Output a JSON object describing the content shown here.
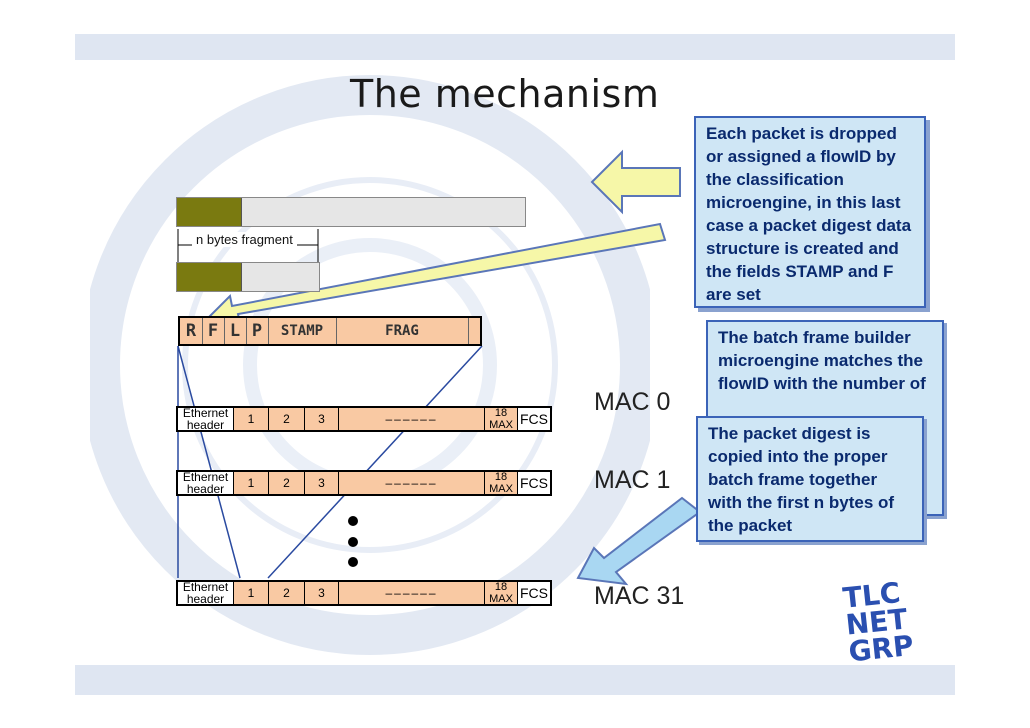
{
  "title": "The mechanism",
  "callouts": {
    "classification": "Each packet is dropped or assigned a flowID by the classification microengine, in this last case a packet digest data structure is created and the fields STAMP and F are set",
    "batch_builder": "The batch frame builder microengine matches the flowID with the number of",
    "digest_copy": "The packet digest is copied into the proper batch frame together with the first n bytes of the packet"
  },
  "fragment_label": "n bytes fragment",
  "digest_fields": [
    "R",
    "F",
    "L",
    "P",
    "STAMP",
    "FRAG"
  ],
  "frame_fields": {
    "eth": "Ethernet header",
    "c1": "1",
    "c2": "2",
    "c3": "3",
    "dashes": "––––––",
    "max_top": "18",
    "max_bottom": "MAX",
    "fcs": "FCS"
  },
  "macs": [
    "MAC 0",
    "MAC 1",
    "MAC 31"
  ],
  "logo": [
    "TLC",
    "NET",
    "GRP"
  ],
  "colors": {
    "band": "#dfe6f2",
    "callout_fill": "#cfe6f5",
    "callout_border": "#3b63b8",
    "arrow_fill": "#f6f7a8",
    "arrow_blue": "#a9d7f2",
    "olive": "#7a7a10",
    "digest_fill": "#f9c9a3"
  }
}
